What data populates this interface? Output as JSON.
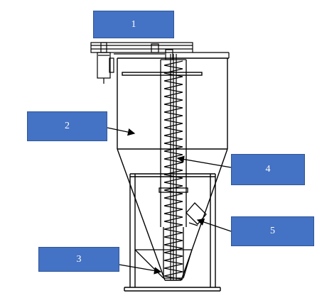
{
  "labels": {
    "motor": "1",
    "tank": "2",
    "discharge": "3",
    "screw": "4",
    "outlet": "5"
  },
  "colors": {
    "label_fill": "#4472c4",
    "label_text": "#ffffff",
    "line": "#000000"
  }
}
